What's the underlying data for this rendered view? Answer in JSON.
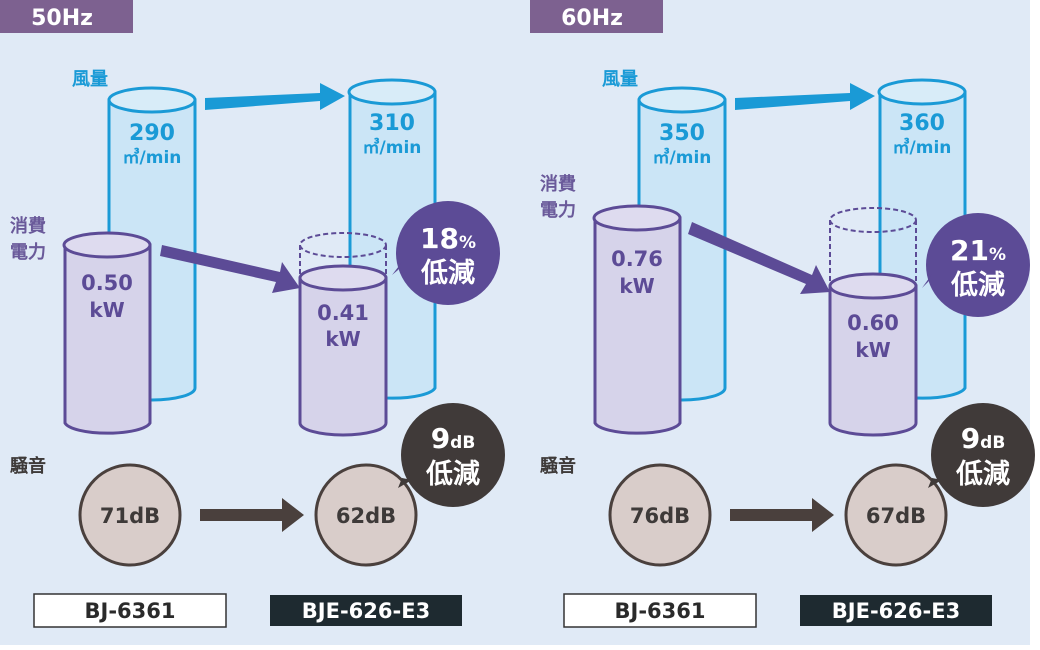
{
  "colors": {
    "background": "#e0eaf6",
    "tab": "#7d6190",
    "airflow": "#1a9ad6",
    "airflow_fill": "#cbe5f6",
    "power": "#5c4b96",
    "power_fill": "#d6d3ea",
    "noise": "#4a403d",
    "noise_fill": "#d9cdca",
    "model_dark": "#1e2a30"
  },
  "panels": [
    {
      "frequency": "50Hz",
      "airflow_label": "風量",
      "power_label_1": "消費",
      "power_label_2": "電力",
      "noise_label": "騒音",
      "old": {
        "airflow_value": "290",
        "airflow_unit": "㎥/min",
        "power_value": "0.50",
        "power_unit": "kW",
        "noise": "71dB",
        "model": "BJ-6361"
      },
      "new": {
        "airflow_value": "310",
        "airflow_unit": "㎥/min",
        "power_value": "0.41",
        "power_unit": "kW",
        "noise": "62dB",
        "model": "BJE-626-E3"
      },
      "power_reduction": {
        "value": "18",
        "unit": "%",
        "label": "低減"
      },
      "noise_reduction": {
        "value": "9",
        "unit": "dB",
        "label": "低減"
      }
    },
    {
      "frequency": "60Hz",
      "airflow_label": "風量",
      "power_label_1": "消費",
      "power_label_2": "電力",
      "noise_label": "騒音",
      "old": {
        "airflow_value": "350",
        "airflow_unit": "㎥/min",
        "power_value": "0.76",
        "power_unit": "kW",
        "noise": "76dB",
        "model": "BJ-6361"
      },
      "new": {
        "airflow_value": "360",
        "airflow_unit": "㎥/min",
        "power_value": "0.60",
        "power_unit": "kW",
        "noise": "67dB",
        "model": "BJE-626-E3"
      },
      "power_reduction": {
        "value": "21",
        "unit": "%",
        "label": "低減"
      },
      "noise_reduction": {
        "value": "9",
        "unit": "dB",
        "label": "低減"
      }
    }
  ]
}
